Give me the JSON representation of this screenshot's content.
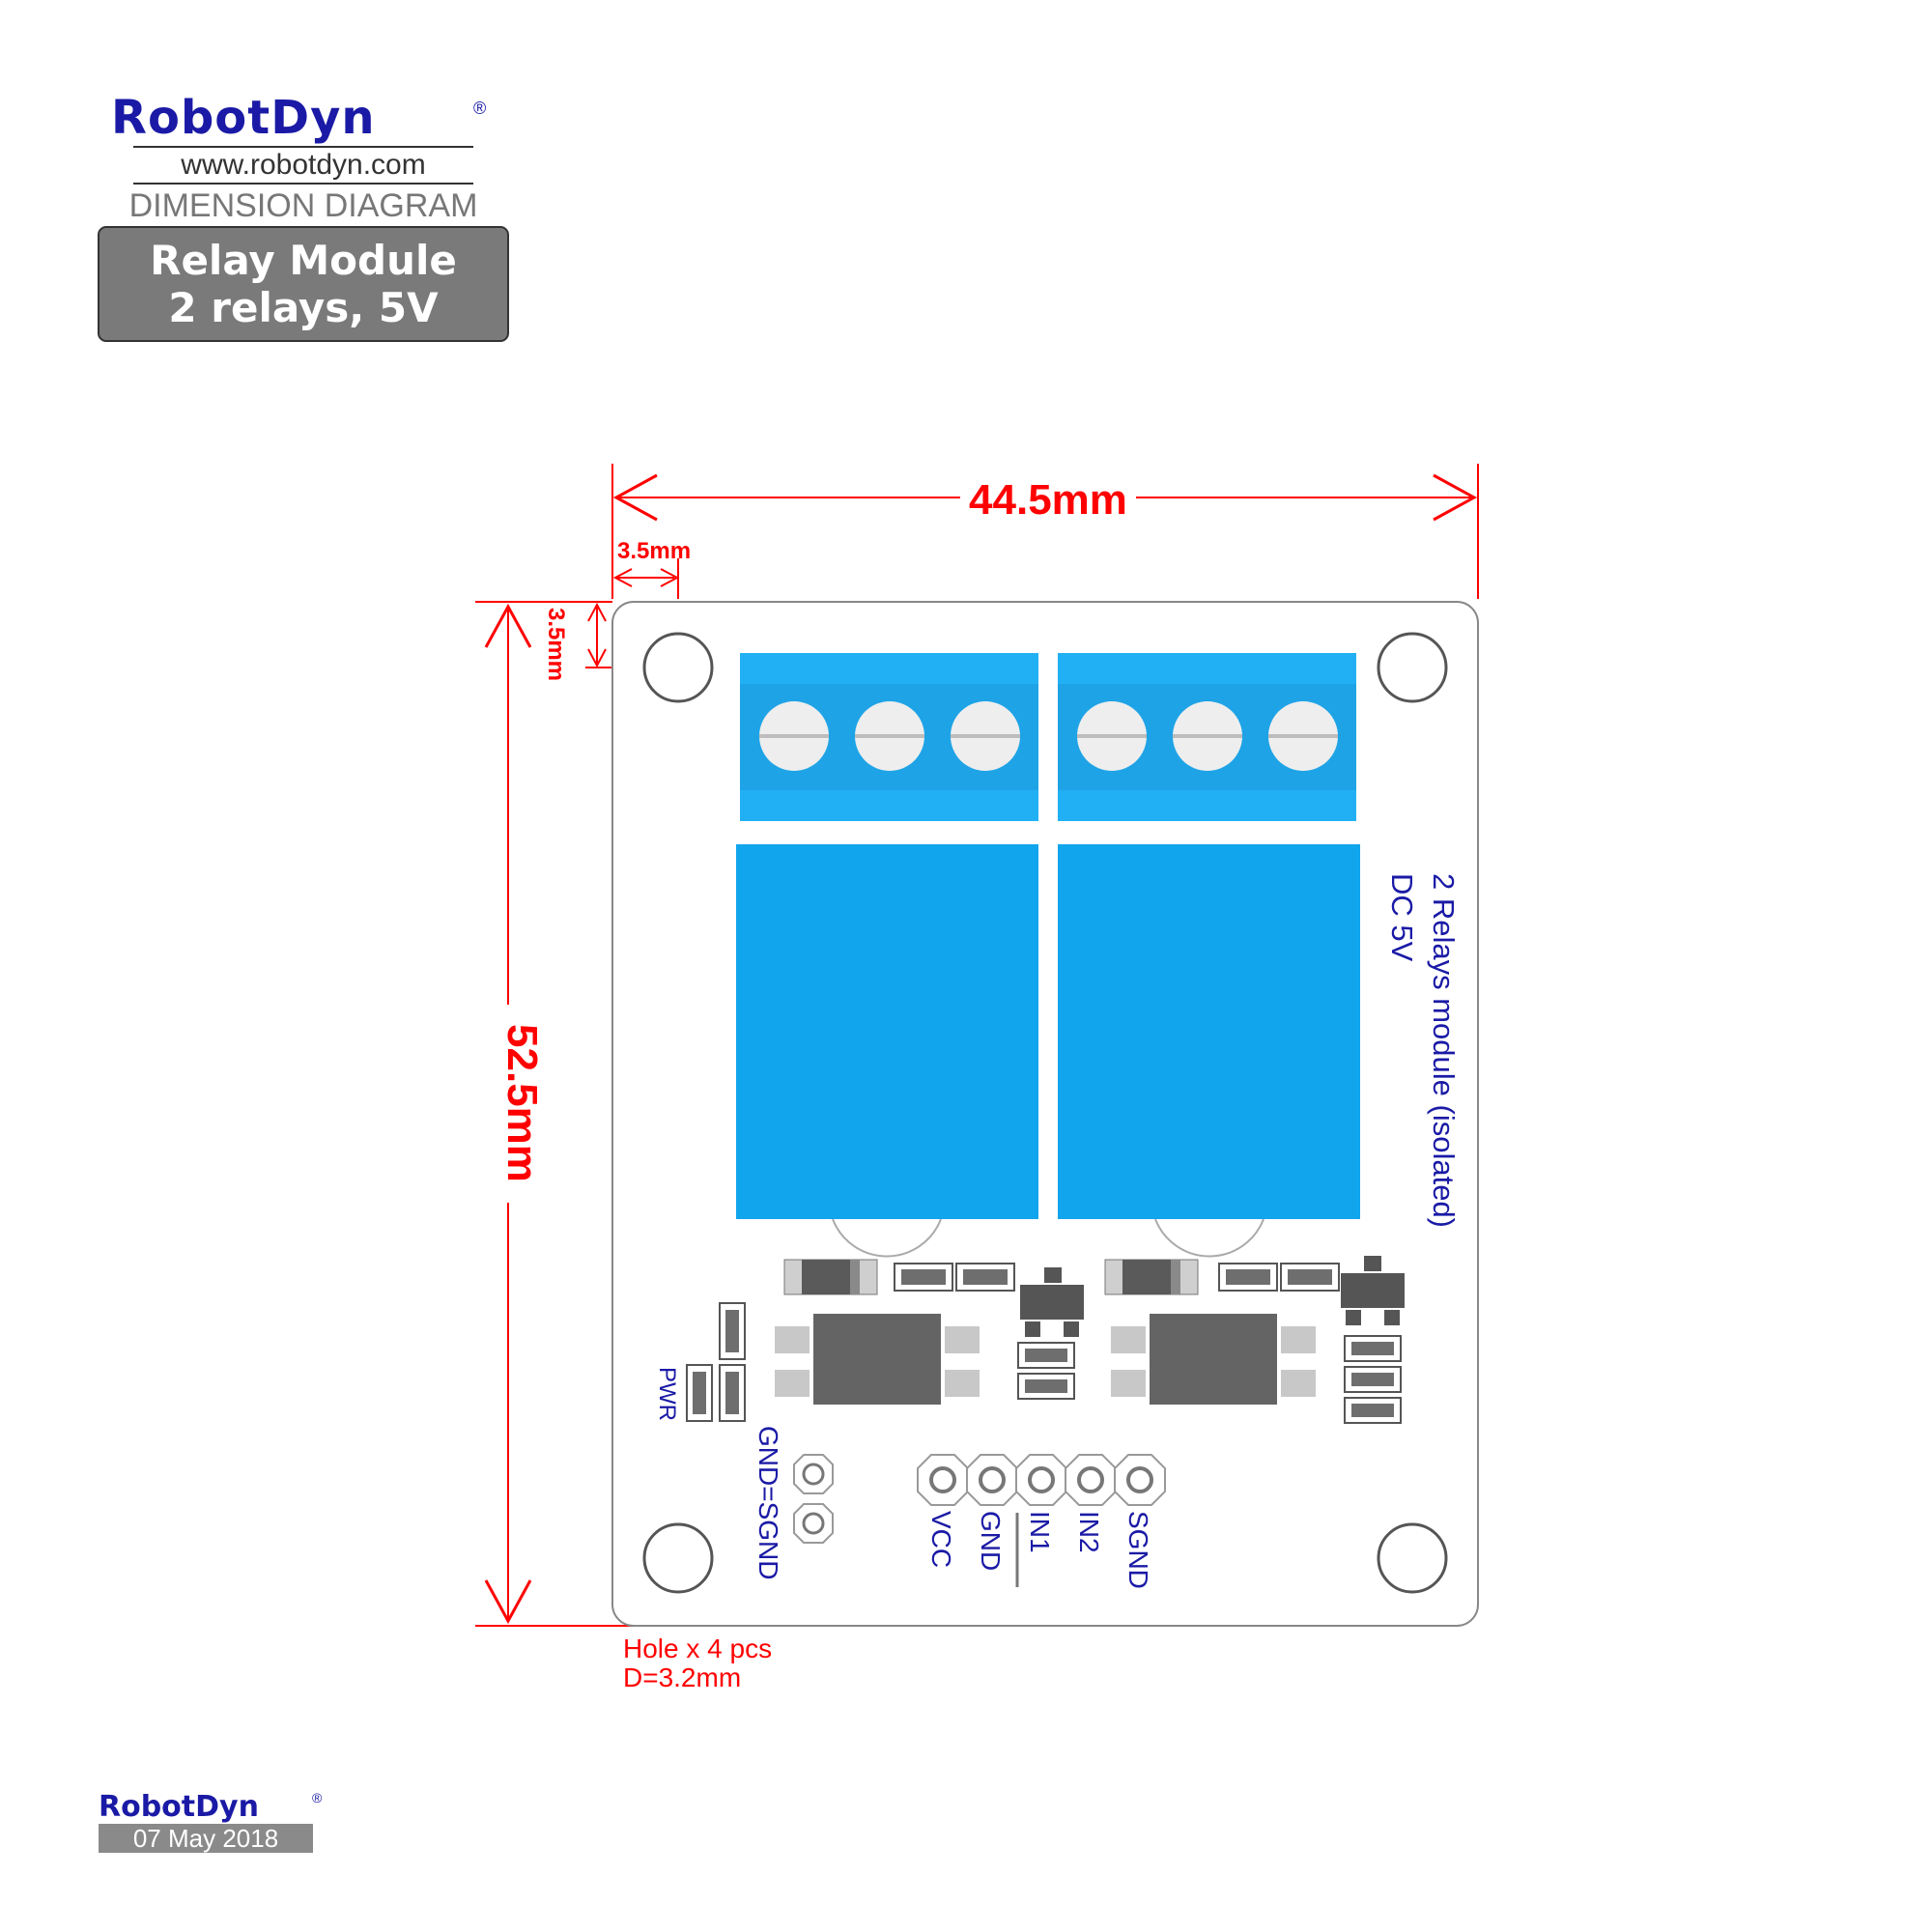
{
  "header": {
    "brand": "RobotDyn",
    "registered": "®",
    "website": "www.robotdyn.com",
    "doc_type": "DIMENSION DIAGRAM",
    "product_line1": "Relay Module",
    "product_line2": "2 relays, 5V"
  },
  "dimensions": {
    "width": "44.5mm",
    "height": "52.5mm",
    "hole_offset_x": "3.5mm",
    "hole_offset_y": "3.5mm",
    "hole_note_line1": "Hole x 4 pcs",
    "hole_note_line2": "D=3.2mm"
  },
  "board": {
    "silk_line1": "2 Relays module (isolated)",
    "silk_line2": "DC 5V",
    "pwr_label": "PWR",
    "gnd_label": "GND=SGND",
    "pins": [
      "VCC",
      "GND",
      "IN1",
      "IN2",
      "SGND"
    ]
  },
  "footer": {
    "brand": "RobotDyn",
    "registered": "®",
    "date": "07 May 2018"
  },
  "colors": {
    "dimension_red": "#ff0000",
    "terminal_blue": "#22b0f5",
    "relay_blue": "#11a5ee",
    "silk_blue": "#1a1aa6",
    "component_gray": "#646464",
    "badge_gray": "#7a7a7a"
  }
}
